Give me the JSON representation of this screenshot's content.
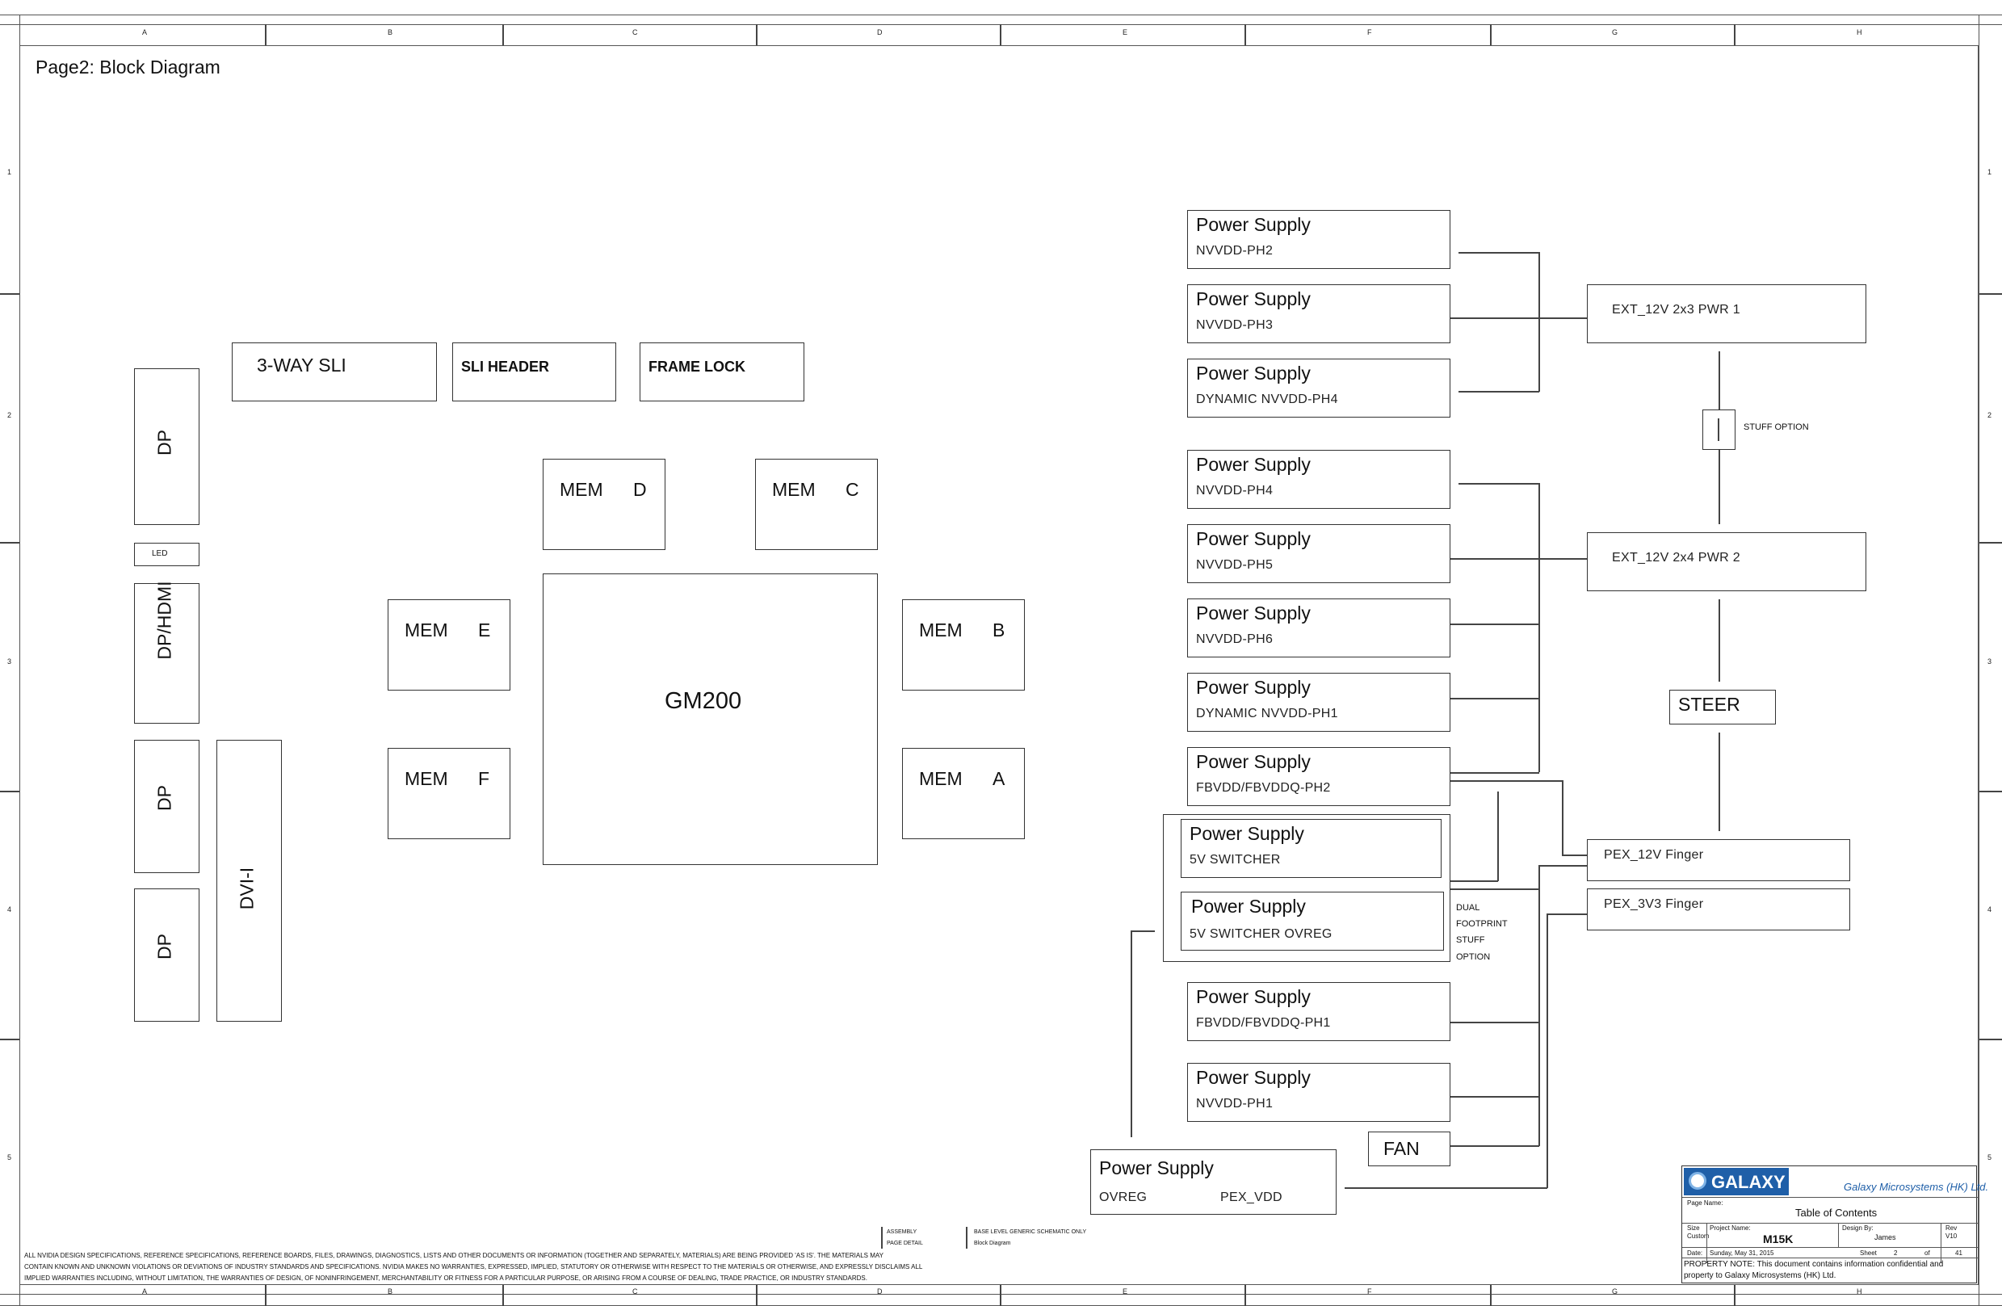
{
  "page": {
    "corner_text": "",
    "title": "Page2: Block Diagram",
    "zone_columns": [
      "A",
      "B",
      "C",
      "D",
      "E",
      "F",
      "G",
      "H"
    ],
    "zone_rows": [
      "1",
      "2",
      "3",
      "4",
      "5"
    ]
  },
  "blocks": {
    "sli3": "3-WAY SLI",
    "sli_header": "SLI HEADER",
    "frame_lock": "FRAME LOCK",
    "gpu": "GM200",
    "mem_d": {
      "label": "MEM",
      "id": "D"
    },
    "mem_c": {
      "label": "MEM",
      "id": "C"
    },
    "mem_e": {
      "label": "MEM",
      "id": "E"
    },
    "mem_b": {
      "label": "MEM",
      "id": "B"
    },
    "mem_f": {
      "label": "MEM",
      "id": "F"
    },
    "mem_a": {
      "label": "MEM",
      "id": "A"
    },
    "dp1": "DP",
    "led": "LED",
    "dp_hdmi": "DP/HDMI",
    "dp2": "DP",
    "dp3": "DP",
    "dvi": "DVI-I",
    "fan": "FAN",
    "steer": "STEER",
    "stuff_option": "STUFF OPTION",
    "dual_footprint": [
      "DUAL",
      "FOOTPRINT",
      "STUFF",
      "OPTION"
    ]
  },
  "power_supplies": [
    {
      "title": "Power Supply",
      "sub": "NVVDD-PH2"
    },
    {
      "title": "Power Supply",
      "sub": "NVVDD-PH3"
    },
    {
      "title": "Power Supply",
      "sub": "DYNAMIC NVVDD-PH4"
    },
    {
      "title": "Power Supply",
      "sub": "NVVDD-PH4"
    },
    {
      "title": "Power Supply",
      "sub": "NVVDD-PH5"
    },
    {
      "title": "Power Supply",
      "sub": "NVVDD-PH6"
    },
    {
      "title": "Power Supply",
      "sub": "DYNAMIC NVVDD-PH1"
    },
    {
      "title": "Power Supply",
      "sub": "FBVDD/FBVDDQ-PH2"
    },
    {
      "title": "Power Supply",
      "sub": "5V SWITCHER"
    },
    {
      "title": "Power Supply",
      "sub": "5V SWITCHER OVREG"
    },
    {
      "title": "Power Supply",
      "sub": "FBVDD/FBVDDQ-PH1"
    },
    {
      "title": "Power Supply",
      "sub": "NVVDD-PH1"
    }
  ],
  "ovreg_supply": {
    "title": "Power Supply",
    "sub1": "OVREG",
    "sub2": "PEX_VDD"
  },
  "power_inputs": {
    "ext1": "EXT_12V 2x3 PWR 1",
    "ext2": "EXT_12V 2x4 PWR 2",
    "pex12": "PEX_12V Finger",
    "pex33": "PEX_3V3 Finger"
  },
  "footer": {
    "disclaimer": [
      "ALL NVIDIA DESIGN SPECIFICATIONS, REFERENCE SPECIFICATIONS, REFERENCE BOARDS, FILES, DRAWINGS, DIAGNOSTICS, LISTS AND OTHER DOCUMENTS OR INFORMATION (TOGETHER AND SEPARATELY, MATERIALS) ARE BEING PROVIDED 'AS IS'. THE MATERIALS MAY",
      "CONTAIN KNOWN AND UNKNOWN VIOLATIONS OR DEVIATIONS OF INDUSTRY STANDARDS AND SPECIFICATIONS. NVIDIA MAKES NO WARRANTIES, EXPRESSED, IMPLIED, STATUTORY OR OTHERWISE WITH RESPECT TO THE MATERIALS OR OTHERWISE, AND EXPRESSLY DISCLAIMS ALL",
      "IMPLIED WARRANTIES INCLUDING, WITHOUT LIMITATION, THE WARRANTIES OF DESIGN, OF NONINFRINGEMENT, MERCHANTABILITY OR FITNESS FOR A PARTICULAR PURPOSE, OR ARISING FROM A COURSE OF DEALING, TRADE PRACTICE, OR INDUSTRY STANDARDS."
    ],
    "assembly": "ASSEMBLY",
    "page_detail": "PAGE DETAIL",
    "page_level": "BASE LEVEL GENERIC SCHEMATIC ONLY",
    "block_diagram": "Block Diagram"
  },
  "title_block": {
    "logo": "GALAXY",
    "company": "Galaxy Microsystems (HK) Ltd.",
    "page_name_label": "Page Name:",
    "page_name": "Table of Contents",
    "size_label": "Size",
    "size": "Custom",
    "project_label": "Project Name:",
    "project": "M15K",
    "design_label": "Design By:",
    "design": "James",
    "rev_label": "Rev",
    "rev": "V10",
    "date_label": "Date:",
    "date": "Sunday, May 31, 2015",
    "sheet_label": "Sheet",
    "sheet": "2",
    "of_label": "of",
    "of": "41",
    "note": "PROPERTY NOTE: This document contains information confidential and",
    "note2": "property to Galaxy Microsystems (HK) Ltd."
  },
  "colors": {
    "logo_blue": "#1f5fa8",
    "company_blue": "#1f5fa8"
  }
}
